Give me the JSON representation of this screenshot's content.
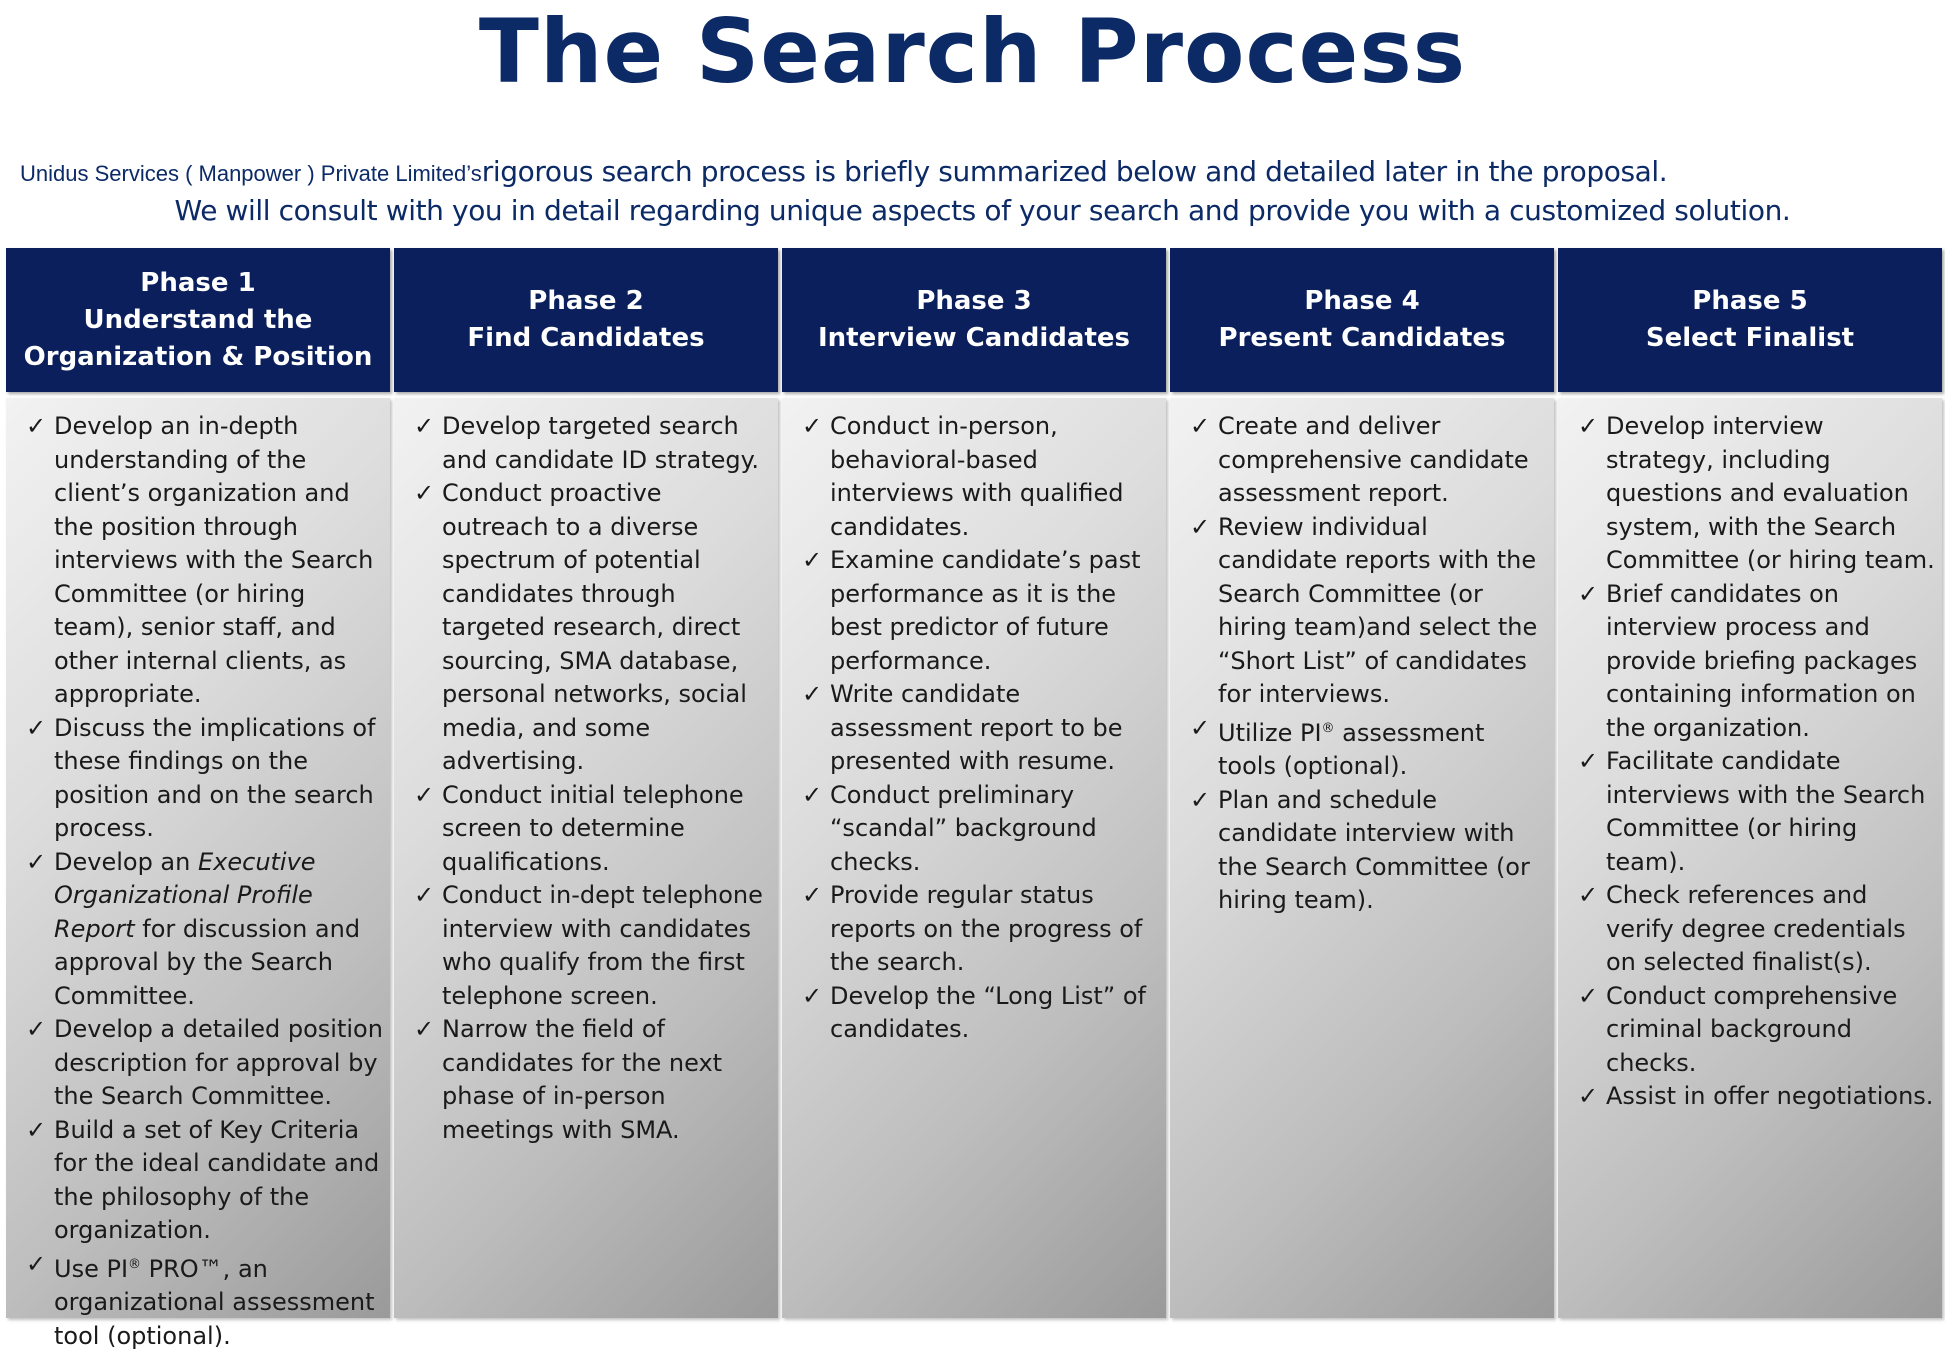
{
  "title": "The Search Process",
  "intro": {
    "company": "Unidus Services ( Manpower ) Private Limited’s",
    "line1_rest": "rigorous search process is briefly summarized below and detailed later in the proposal.",
    "line2": "We will consult with you in detail regarding unique aspects of your search and provide you with a customized solution."
  },
  "check_glyph": "✓",
  "colors": {
    "title": "#0b2a66",
    "header_bg": "#0a1f5c",
    "header_text": "#ffffff",
    "body_text": "#1a1a1a"
  },
  "phases": [
    {
      "header_lines": [
        "Phase 1",
        "Understand the",
        "Organization & Position"
      ],
      "items": [
        "Develop an in-depth understanding of the client’s organization and the position through interviews with the Search Committee (or hiring team), senior staff, and other internal clients, as appropriate.",
        "Discuss the implications of these findings on the position and on the search process.",
        {
          "before": "Develop an ",
          "italic": "Executive Organizational Profile Report",
          "after": " for discussion and approval by the Search Committee."
        },
        "Develop a detailed position description for approval by the Search Committee.",
        "Build a set of Key Criteria for the ideal candidate and the philosophy of the organization.",
        {
          "before": "Use PI",
          "sup": "®",
          "after": " PRO™, an organizational assessment tool (optional)."
        }
      ]
    },
    {
      "header_lines": [
        "Phase 2",
        "Find Candidates"
      ],
      "items": [
        "Develop targeted search and candidate ID strategy.",
        "Conduct proactive outreach to a diverse spectrum of potential candidates through targeted research, direct sourcing, SMA database, personal networks, social media, and some advertising.",
        "Conduct initial telephone screen to determine qualifications.",
        "Conduct in-dept telephone interview with candidates who qualify from the first telephone screen.",
        "Narrow the field of candidates for the next phase of in-person meetings with SMA."
      ]
    },
    {
      "header_lines": [
        "Phase 3",
        "Interview Candidates"
      ],
      "items": [
        "Conduct in-person, behavioral-based interviews with qualified candidates.",
        "Examine candidate’s past performance as it is the best predictor of future performance.",
        "Write candidate assessment report to be presented with resume.",
        "Conduct preliminary “scandal” background checks.",
        "Provide regular status reports on the progress of the search.",
        "Develop the “Long List” of candidates."
      ]
    },
    {
      "header_lines": [
        "Phase 4",
        "Present Candidates"
      ],
      "items": [
        "Create and deliver comprehensive candidate assessment report.",
        "Review individual candidate reports with the Search Committee (or hiring team)and select  the “Short List” of candidates for interviews.",
        {
          "before": "Utilize PI",
          "sup": "®",
          "after": " assessment tools (optional)."
        },
        "Plan and schedule candidate interview with the Search Committee (or hiring team)."
      ]
    },
    {
      "header_lines": [
        "Phase 5",
        "Select Finalist"
      ],
      "items": [
        "Develop interview strategy, including questions and evaluation system, with the Search Committee (or hiring team.",
        "Brief candidates on interview process and provide briefing packages containing information on the organization.",
        "Facilitate candidate interviews with the Search Committee (or hiring team).",
        "Check references and verify degree credentials on selected finalist(s).",
        "Conduct comprehensive criminal background checks.",
        "Assist in offer negotiations."
      ]
    }
  ]
}
